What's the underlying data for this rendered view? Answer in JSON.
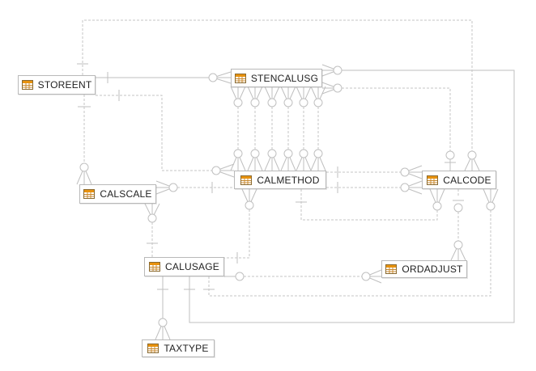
{
  "diagram": {
    "type": "entity-relationship-diagram",
    "entities": [
      {
        "id": "storeent",
        "name": "STOREENT"
      },
      {
        "id": "stencalusg",
        "name": "STENCALUSG"
      },
      {
        "id": "calmethod",
        "name": "CALMETHOD"
      },
      {
        "id": "calcode",
        "name": "CALCODE"
      },
      {
        "id": "calscale",
        "name": "CALSCALE"
      },
      {
        "id": "calusage",
        "name": "CALUSAGE"
      },
      {
        "id": "ordadjust",
        "name": "ORDADJUST"
      },
      {
        "id": "taxtype",
        "name": "TAXTYPE"
      }
    ],
    "relationships": [
      {
        "from": "STOREENT",
        "to": "STENCALUSG",
        "line": "solid",
        "from_end": "one",
        "to_end": "zero-or-many"
      },
      {
        "from": "STOREENT",
        "to": "CALSCALE",
        "line": "dashed",
        "from_end": "one",
        "to_end": "zero-or-many"
      },
      {
        "from": "STOREENT",
        "to": "CALMETHOD",
        "line": "dashed",
        "from_end": "one",
        "to_end": "zero-or-many"
      },
      {
        "from": "STOREENT",
        "to": "CALCODE",
        "line": "dashed",
        "from_end": "one",
        "to_end": "zero-or-many"
      },
      {
        "from": "STENCALUSG",
        "to": "CALMETHOD",
        "line": "dashed",
        "from_end": "zero-or-many",
        "to_end": "zero-or-many",
        "count": 6
      },
      {
        "from": "STENCALUSG",
        "to": "CALCODE",
        "line": "dashed",
        "from_end": "zero-or-many",
        "to_end": "zero-or-one"
      },
      {
        "from": "STENCALUSG",
        "to": "CALUSAGE",
        "line": "solid",
        "from_end": "zero-or-many",
        "to_end": "one"
      },
      {
        "from": "CALMETHOD",
        "to": "CALCODE",
        "line": "dashed",
        "from_end": "one",
        "to_end": "zero-or-many",
        "count": 3
      },
      {
        "from": "CALMETHOD",
        "to": "CALUSAGE",
        "line": "dashed",
        "from_end": "zero-or-many",
        "to_end": "one"
      },
      {
        "from": "CALSCALE",
        "to": "CALMETHOD",
        "line": "dashed",
        "from_end": "zero-or-many",
        "to_end": "one"
      },
      {
        "from": "CALSCALE",
        "to": "CALUSAGE",
        "line": "dashed",
        "from_end": "zero-or-many",
        "to_end": "one"
      },
      {
        "from": "CALCODE",
        "to": "ORDADJUST",
        "line": "dashed",
        "from_end": "zero-or-one",
        "to_end": "zero-or-many"
      },
      {
        "from": "CALCODE",
        "to": "CALUSAGE",
        "line": "dashed",
        "from_end": "zero-or-many",
        "to_end": "one"
      },
      {
        "from": "CALUSAGE",
        "to": "ORDADJUST",
        "line": "dashed",
        "from_end": "zero-or-one",
        "to_end": "zero-or-many"
      },
      {
        "from": "CALUSAGE",
        "to": "TAXTYPE",
        "line": "solid",
        "from_end": "one",
        "to_end": "zero-or-many"
      }
    ],
    "colors": {
      "line": "#c6c6c6",
      "entity_border": "#b9b9b9",
      "entity_background": "#ffffff",
      "text": "#1f1f1f",
      "icon_header": "#e8920e",
      "icon_grid": "#c98a2f",
      "background": "#ffffff"
    }
  }
}
